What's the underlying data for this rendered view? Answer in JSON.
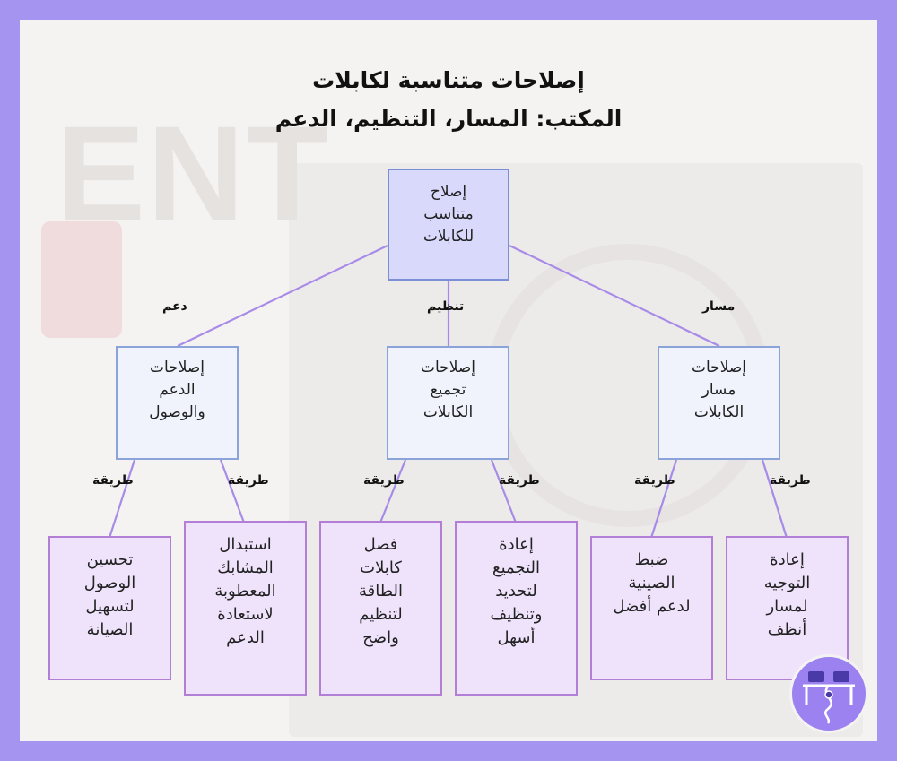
{
  "title": {
    "line1": "إصلاحات متناسبة لكابلات",
    "line2": "المكتب: المسار، التنظيم، الدعم"
  },
  "root": {
    "label": "إصلاح\nمتناسب\nللكابلات"
  },
  "branches": {
    "support": {
      "edge_label": "دعم",
      "label": "إصلاحات\nالدعم\nوالوصول",
      "leaves": [
        {
          "edge_label": "طريقة",
          "label": "تحسين\nالوصول\nلتسهيل\nالصيانة"
        },
        {
          "edge_label": "طريقة",
          "label": "استبدال\nالمشابك\nالمعطوبة\nلاستعادة\nالدعم"
        }
      ]
    },
    "organize": {
      "edge_label": "تنظيم",
      "label": "إصلاحات\nتجميع\nالكابلات",
      "leaves": [
        {
          "edge_label": "طريقة",
          "label": "فصل\nكابلات\nالطاقة\nلتنظيم\nواضح"
        },
        {
          "edge_label": "طريقة",
          "label": "إعادة\nالتجميع\nلتحديد\nوتنظيف\nأسهل"
        }
      ]
    },
    "route": {
      "edge_label": "مسار",
      "label": "إصلاحات\nمسار\nالكابلات",
      "leaves": [
        {
          "edge_label": "طريقة",
          "label": "ضبط\nالصينية\nلدعم أفضل"
        },
        {
          "edge_label": "طريقة",
          "label": "إعادة\nالتوجيه\nلمسار\nأنظف"
        }
      ]
    }
  },
  "colors": {
    "frame": "#a594f0",
    "edge": "#a88be8",
    "root_fill": "#d9d9fb",
    "mid_fill": "#f0f3fb",
    "leaf_fill": "#efe3fb",
    "leaf_border": "#b27ed6"
  },
  "icons": {
    "badge": "desk-cable-icon"
  }
}
